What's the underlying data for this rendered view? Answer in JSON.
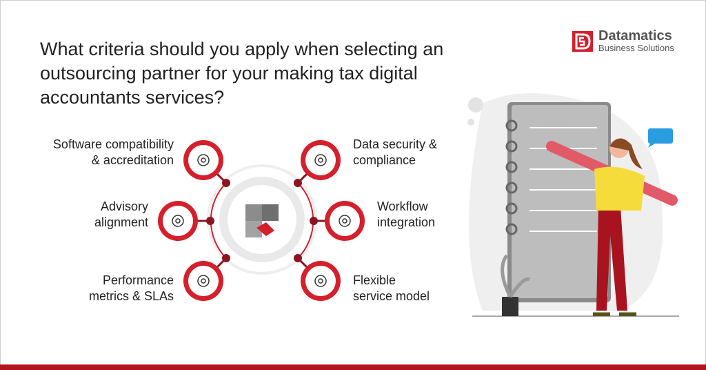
{
  "title": "What criteria should you apply when selecting an outsourcing partner for your making tax digital accountants services?",
  "logo": {
    "name": "Datamatics",
    "tagline": "Business Solutions"
  },
  "criteria": [
    {
      "label_1": "Software compatibility",
      "label_2": "& accreditation",
      "icon": "software-gear-icon"
    },
    {
      "label_1": "Advisory",
      "label_2": "alignment",
      "icon": "advisory-cycle-icon"
    },
    {
      "label_1": "Performance",
      "label_2": "metrics & SLAs",
      "icon": "gauge-icon"
    },
    {
      "label_1": "Data security &",
      "label_2": "compliance",
      "icon": "shield-lock-icon"
    },
    {
      "label_1": "Workflow",
      "label_2": "integration",
      "icon": "gear-person-icon"
    },
    {
      "label_1": "Flexible",
      "label_2": "service model",
      "icon": "briefcase-stars-icon"
    }
  ],
  "colors": {
    "accent": "#d4202c",
    "dark_red": "#8b1520",
    "text": "#222222",
    "gray": "#9a9a9a"
  }
}
